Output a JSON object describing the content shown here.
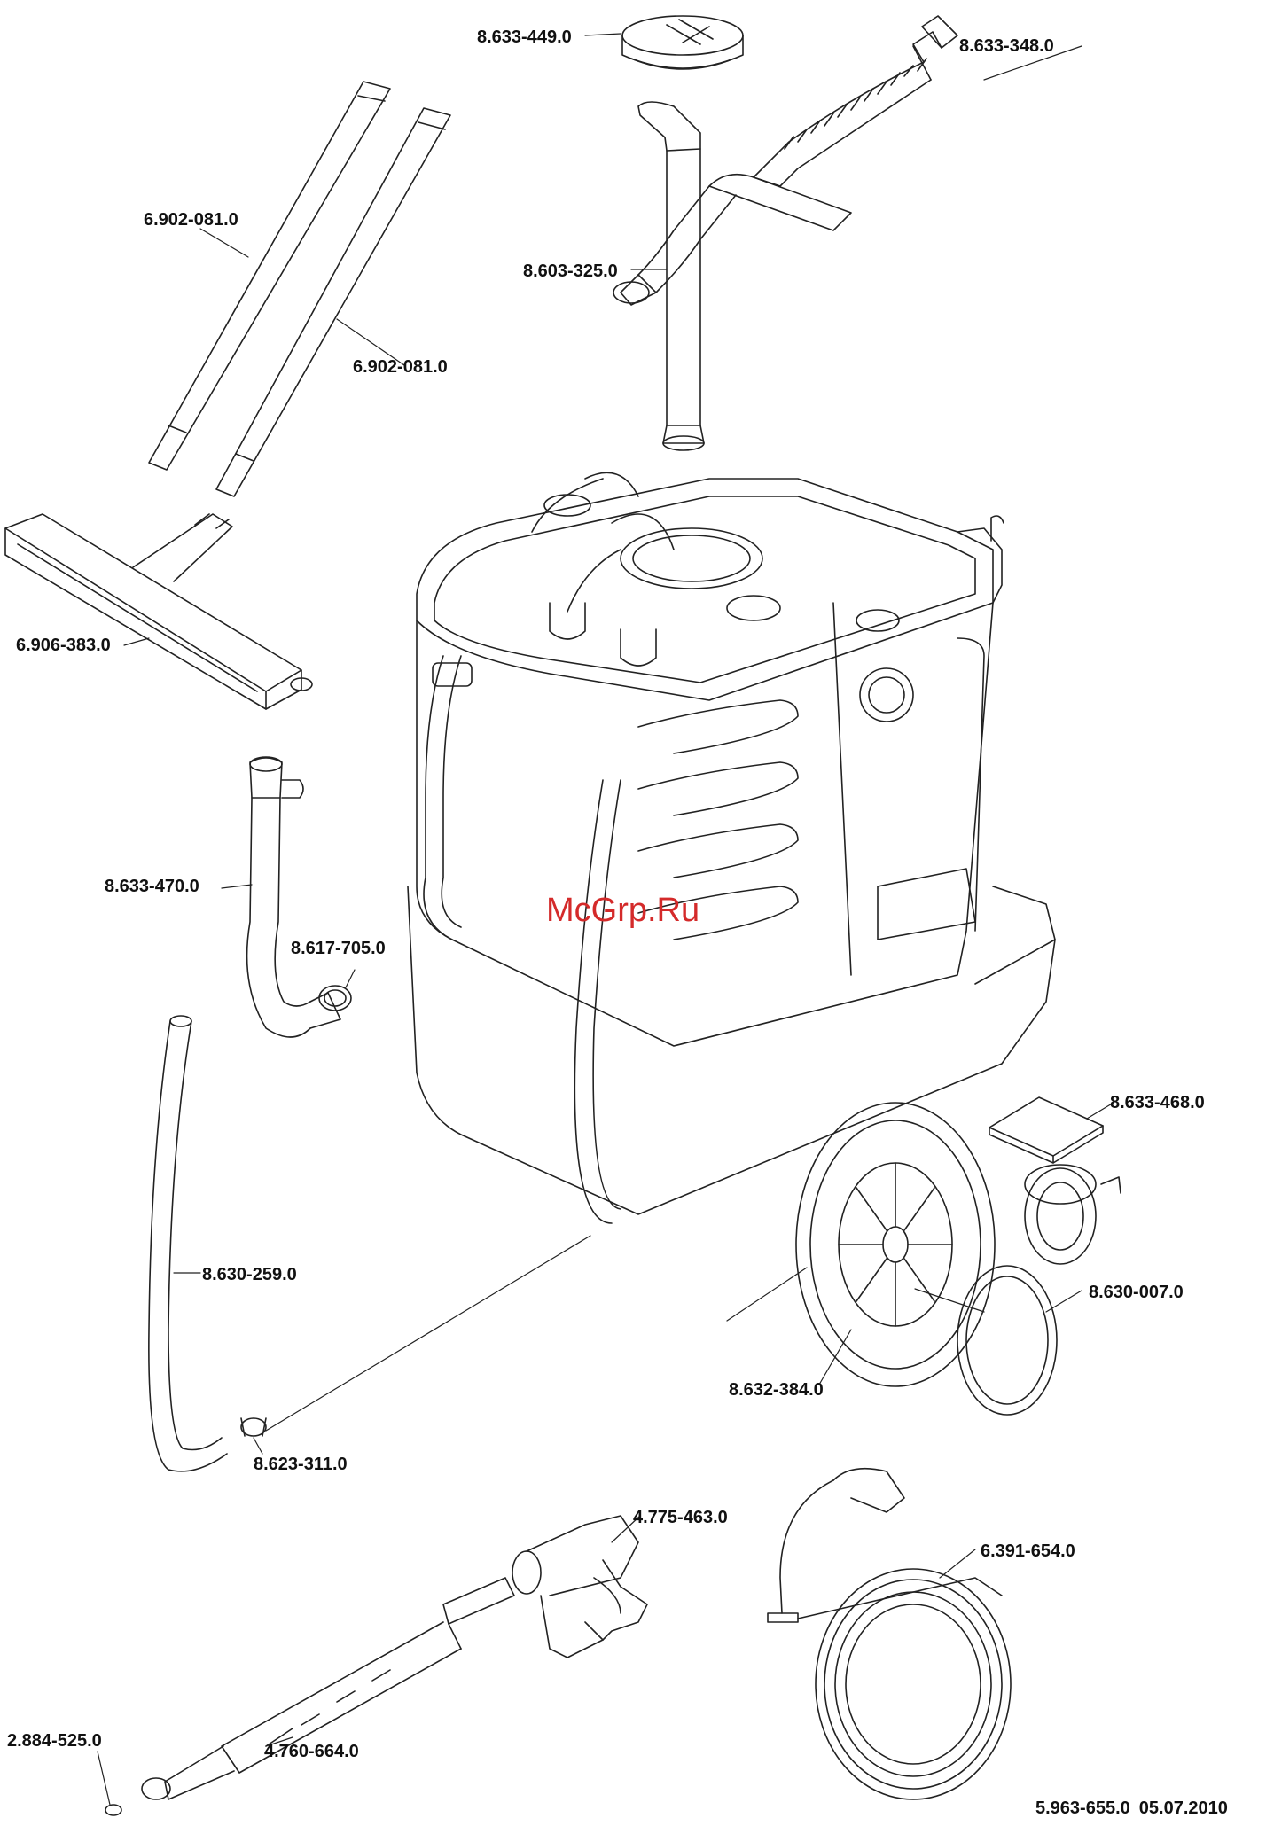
{
  "watermark": "McGrp.Ru",
  "footer": {
    "doc_number": "5.963-655.0",
    "date": "05.07.2010"
  },
  "parts": [
    {
      "id": "8.633-449.0"
    },
    {
      "id": "8.633-348.0"
    },
    {
      "id": "6.902-081.0"
    },
    {
      "id": "8.603-325.0"
    },
    {
      "id": "6.902-081.0"
    },
    {
      "id": "6.906-383.0"
    },
    {
      "id": "8.633-470.0"
    },
    {
      "id": "8.617-705.0"
    },
    {
      "id": "8.633-468.0"
    },
    {
      "id": "8.630-259.0"
    },
    {
      "id": "8.630-007.0"
    },
    {
      "id": "8.632-384.0"
    },
    {
      "id": "8.623-311.0"
    },
    {
      "id": "4.775-463.0"
    },
    {
      "id": "6.391-654.0"
    },
    {
      "id": "2.884-525.0"
    },
    {
      "id": "4.760-664.0"
    }
  ]
}
